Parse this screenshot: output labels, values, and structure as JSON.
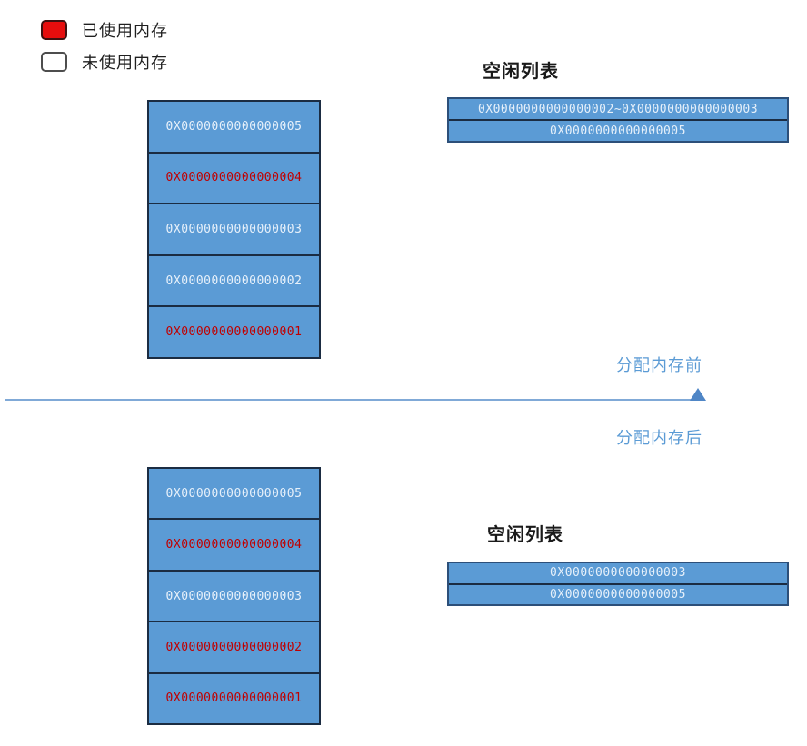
{
  "legend": {
    "items": [
      {
        "label": "已使用内存",
        "state": "used",
        "swatch_color": "#e60d0d"
      },
      {
        "label": "未使用内存",
        "state": "free",
        "swatch_color": "#ffffff"
      }
    ]
  },
  "before": {
    "label": "分配内存前",
    "stack": {
      "blocks": [
        {
          "address": "0X0000000000000005",
          "state": "free"
        },
        {
          "address": "0X0000000000000004",
          "state": "used"
        },
        {
          "address": "0X0000000000000003",
          "state": "free"
        },
        {
          "address": "0X0000000000000002",
          "state": "free"
        },
        {
          "address": "0X0000000000000001",
          "state": "used"
        }
      ]
    },
    "free_list": {
      "title": "空闲列表",
      "entries": [
        "0X0000000000000002~0X0000000000000003",
        "0X0000000000000005"
      ]
    }
  },
  "after": {
    "label": "分配内存后",
    "stack": {
      "blocks": [
        {
          "address": "0X0000000000000005",
          "state": "free"
        },
        {
          "address": "0X0000000000000004",
          "state": "used"
        },
        {
          "address": "0X0000000000000003",
          "state": "free"
        },
        {
          "address": "0X0000000000000002",
          "state": "used"
        },
        {
          "address": "0X0000000000000001",
          "state": "used"
        }
      ]
    },
    "free_list": {
      "title": "空闲列表",
      "entries": [
        "0X0000000000000003",
        "0X0000000000000005"
      ]
    }
  },
  "colors": {
    "block_fill": "#5b9bd5",
    "block_border": "#1b2c42",
    "used_text": "#c00000",
    "free_text": "#e6f0fa",
    "legend_used": "#e60d0d",
    "phase_label": "#5b9bd5",
    "divider": "#80a9d7"
  }
}
